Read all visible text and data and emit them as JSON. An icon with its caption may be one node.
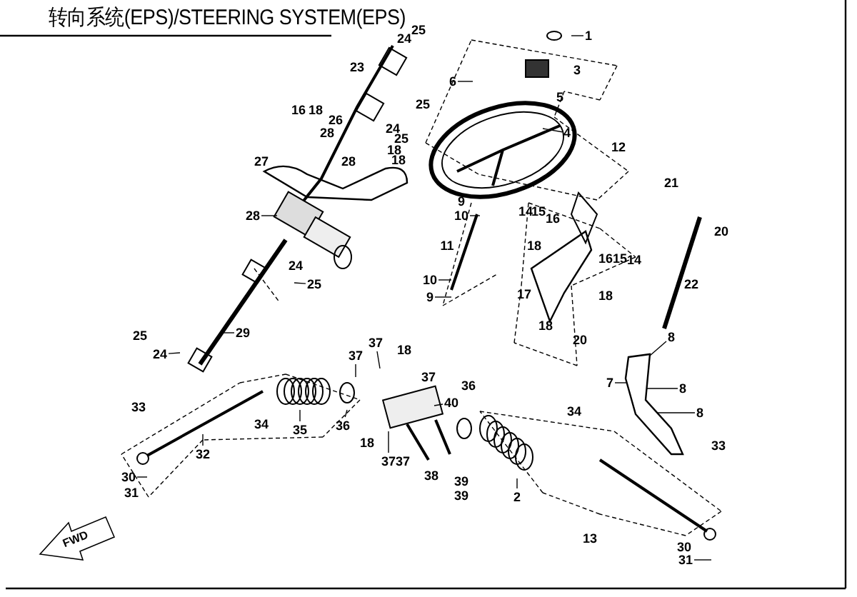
{
  "diagram": {
    "title": "转向系统(EPS)/STEERING SYSTEM(EPS)",
    "nodes": [
      {
        "text": [
          "6"
        ]
      },
      {
        "text": [
          "1"
        ]
      },
      {
        "text": [
          "4"
        ]
      },
      {
        "text": [
          "28"
        ]
      },
      {
        "text": [
          "25"
        ]
      },
      {
        "text": [
          "24"
        ]
      },
      {
        "text": [
          "29"
        ]
      },
      {
        "text": [
          "10"
        ]
      },
      {
        "text": [
          "10"
        ]
      },
      {
        "text": [
          "9"
        ]
      },
      {
        "text": [
          "37"
        ]
      },
      {
        "text": [
          "37"
        ]
      },
      {
        "text": [
          "8"
        ]
      },
      {
        "text": [
          "7"
        ]
      },
      {
        "text": [
          "8"
        ]
      },
      {
        "text": [
          "8"
        ]
      },
      {
        "text": [
          "30"
        ]
      },
      {
        "text": [
          "32"
        ]
      },
      {
        "text": [
          "35"
        ]
      },
      {
        "text": [
          "36"
        ]
      },
      {
        "text": [
          "37"
        ]
      },
      {
        "text": [
          "40"
        ]
      },
      {
        "text": [
          "2"
        ]
      },
      {
        "text": [
          "31"
        ]
      },
      {
        "text": [],
        "shape": "picture"
      }
    ],
    "edges": [
      {
        "from": 0,
        "to": null,
        "arrow": "none"
      },
      {
        "from": 1,
        "to": null,
        "arrow": "none"
      },
      {
        "from": 2,
        "to": null,
        "arrow": "none"
      },
      {
        "from": 3,
        "to": null,
        "arrow": "none"
      },
      {
        "from": 4,
        "to": null,
        "arrow": "none"
      },
      {
        "from": 5,
        "to": null,
        "arrow": "none"
      },
      {
        "from": 6,
        "to": null,
        "arrow": "none"
      },
      {
        "from": 7,
        "to": null,
        "arrow": "none"
      },
      {
        "from": 8,
        "to": null,
        "arrow": "none"
      },
      {
        "from": 9,
        "to": null,
        "arrow": "none"
      },
      {
        "from": 10,
        "to": null,
        "arrow": "none"
      },
      {
        "from": 11,
        "to": null,
        "arrow": "none"
      },
      {
        "from": 12,
        "to": 24,
        "arrow": "none"
      },
      {
        "from": 13,
        "to": 24,
        "arrow": "none"
      },
      {
        "from": 14,
        "to": 24,
        "arrow": "none"
      },
      {
        "from": 15,
        "to": 24,
        "arrow": "none"
      },
      {
        "from": 16,
        "to": null,
        "arrow": "none"
      },
      {
        "from": 17,
        "to": null,
        "arrow": "none"
      },
      {
        "from": 18,
        "to": null,
        "arrow": "none"
      },
      {
        "from": 19,
        "to": null,
        "arrow": "none"
      },
      {
        "from": 20,
        "to": null,
        "arrow": "none"
      },
      {
        "from": 21,
        "to": null,
        "arrow": "none"
      },
      {
        "from": 22,
        "to": null,
        "arrow": "none"
      },
      {
        "from": 23,
        "to": null,
        "arrow": "none"
      }
    ],
    "labels": [
      "25",
      "24",
      "23",
      "3",
      "5",
      "25",
      "16",
      "18",
      "26",
      "28",
      "24",
      "25",
      "27",
      "28",
      "18",
      "18",
      "12",
      "21",
      "9",
      "14",
      "15",
      "16",
      "20",
      "11",
      "18",
      "16",
      "15",
      "14",
      "24",
      "22",
      "17",
      "18",
      "18",
      "25",
      "20",
      "18",
      "37",
      "36",
      "33",
      "34",
      "34",
      "18",
      "33",
      "37",
      "38",
      "39",
      "31",
      "39",
      "13",
      "FWD",
      "30"
    ]
  }
}
